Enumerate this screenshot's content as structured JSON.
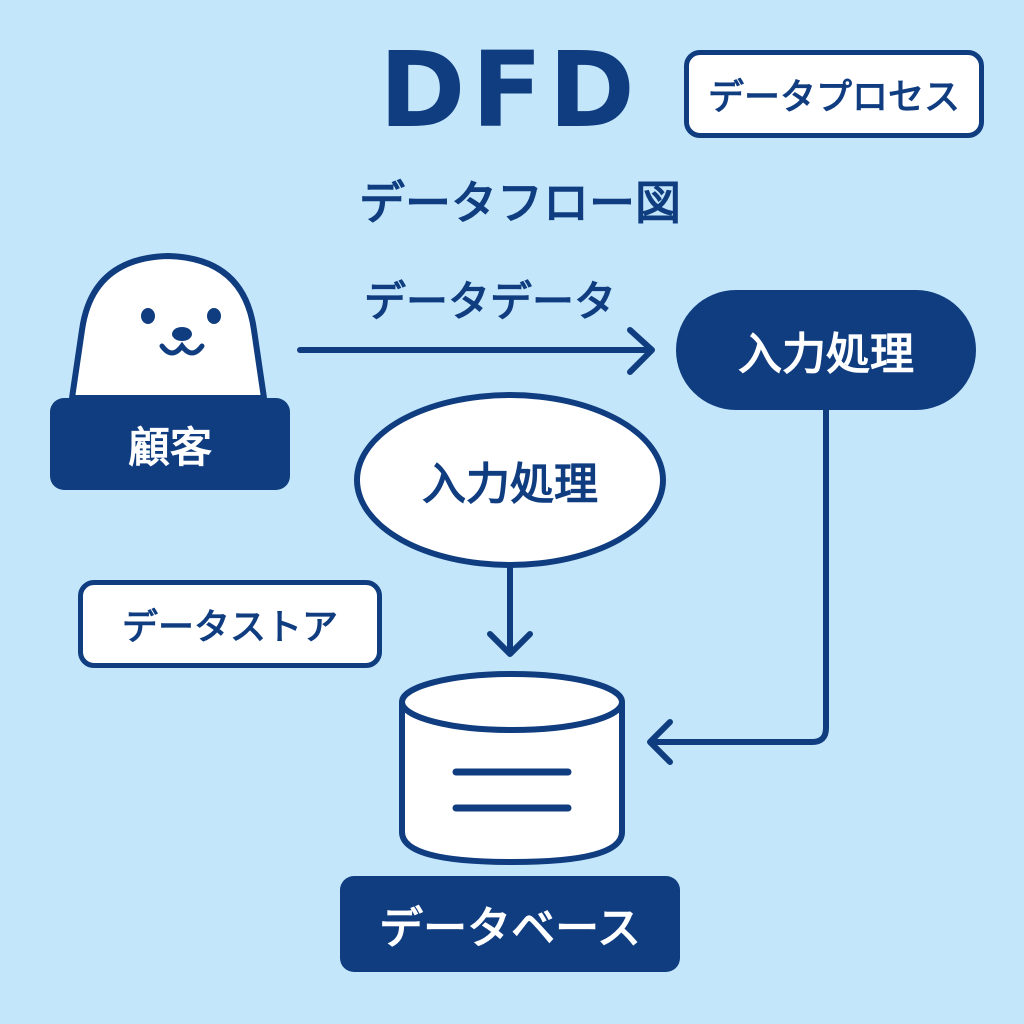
{
  "title": "DFD",
  "subtitle": "データフロー図",
  "legend": {
    "process": "データプロセス",
    "store": "データストア"
  },
  "flow": {
    "label": "データデータ"
  },
  "entities": {
    "customer": {
      "label": "顧客",
      "icon": "seal-mascot-icon"
    }
  },
  "processes": {
    "primary": "入力処理",
    "secondary": "入力処理"
  },
  "datastore": {
    "label": "データベース",
    "icon": "database-cylinder-icon"
  },
  "colors": {
    "background": "#c3e6fb",
    "primary": "#0f3d80",
    "surface": "#ffffff"
  }
}
